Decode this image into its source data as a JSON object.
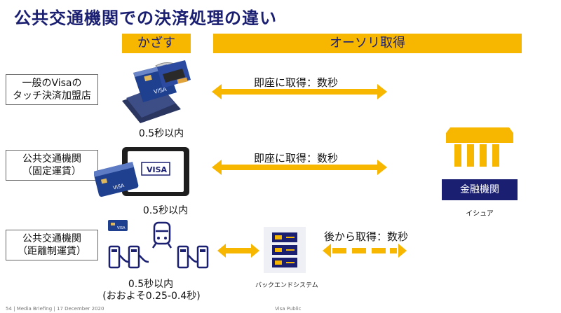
{
  "title": "公共交通機関での決済処理の違い",
  "headers": {
    "tap": "かざす",
    "auth": "オーソリ取得"
  },
  "rows": [
    {
      "label_line1": "一般のVisaの",
      "label_line2": "タッチ決済加盟店",
      "arrow_text": "即座に取得：数秒",
      "time": "0.5秒以内"
    },
    {
      "label_line1": "公共交通機関",
      "label_line2": "（固定運賃）",
      "arrow_text": "即座に取得：数秒",
      "time": "0.5秒以内"
    },
    {
      "label_line1": "公共交通機関",
      "label_line2": "（距離制運賃）",
      "arrow_text": "後から取得：数秒",
      "time": "0.5秒以内",
      "time_sub": "(おおよそ0.25-0.4秒)"
    }
  ],
  "bank": {
    "label": "金融機関",
    "caption": "イシュア"
  },
  "backend": {
    "caption": "バックエンドシステム"
  },
  "card_brand": "VISA",
  "footer": {
    "left": "54 | Media Briefing | 17 December 2020",
    "center": "Visa Public"
  },
  "colors": {
    "navy": "#1a1f71",
    "gold": "#f7b600"
  }
}
